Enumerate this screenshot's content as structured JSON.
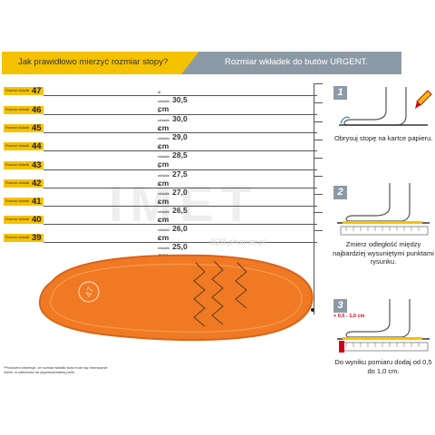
{
  "header": {
    "left_title": "Jak prawidłowo mierzyć rozmiar stopy?",
    "right_title": "Rozmiar wkładek do butów URGENT."
  },
  "sizes": [
    {
      "tag": "Rozmiar wkładki",
      "size": "47",
      "len_label": "dł. wkładki",
      "length": "30,5 cm"
    },
    {
      "tag": "Rozmiar wkładki",
      "size": "46",
      "len_label": "dł. wkładki",
      "length": "30,0 cm"
    },
    {
      "tag": "Rozmiar wkładki",
      "size": "45",
      "len_label": "dł. wkładki",
      "length": "29,0 cm"
    },
    {
      "tag": "Rozmiar wkładki",
      "size": "44",
      "len_label": "dł. wkładki",
      "length": "28,5 cm"
    },
    {
      "tag": "Rozmiar wkładki",
      "size": "43",
      "len_label": "dł. wkładki",
      "length": "27,5 cm"
    },
    {
      "tag": "Rozmiar wkładki",
      "size": "42",
      "len_label": "dł. wkładki",
      "length": "27,0 cm"
    },
    {
      "tag": "Rozmiar wkładki",
      "size": "41",
      "len_label": "dł. wkładki",
      "length": "26,5 cm"
    },
    {
      "tag": "Rozmiar wkładki",
      "size": "40",
      "len_label": "dł. wkładki",
      "length": "26,0 cm"
    },
    {
      "tag": "Rozmiar wkładki",
      "size": "39",
      "len_label": "dł. wkładki",
      "length": "25,0 cm"
    }
  ],
  "insole": {
    "badge": "47",
    "color": "#f07a23"
  },
  "watermark": {
    "text": "B2B.phuimet.pl"
  },
  "steps": [
    {
      "num": "1",
      "text": "Obrysuj stopę na kartce papieru."
    },
    {
      "num": "2",
      "text": "Zmierz odległość między najbardziej wysuniętymi punktami rysunku."
    },
    {
      "num": "3",
      "text": "Do wyniku pomiaru dodaj od 0,5 do 1,0 cm.",
      "annotation": "+ 0,5 - 1,0 cm"
    }
  ],
  "footnote": "*Producent informuje, że rozmiar wkładki buta może się nieznacznie różnić, w zależności od wyprodukowanej partii.",
  "colors": {
    "accent": "#f5c200",
    "header_gray": "#8c9aa6",
    "insole": "#f07a23"
  }
}
